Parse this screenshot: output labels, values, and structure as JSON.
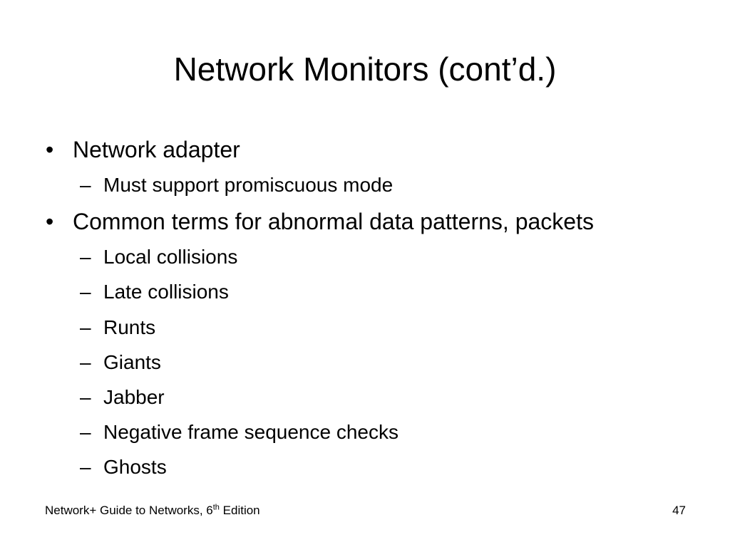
{
  "slide": {
    "title": "Network Monitors (cont’d.)",
    "bullet_marker": "•",
    "sub_marker": "–",
    "items": [
      {
        "text": "Network adapter",
        "subitems": [
          "Must support promiscuous mode"
        ]
      },
      {
        "text": "Common terms for abnormal data patterns, packets",
        "subitems": [
          "Local collisions",
          "Late collisions",
          "Runts",
          "Giants",
          "Jabber",
          "Negative frame sequence checks",
          "Ghosts"
        ]
      }
    ],
    "footer": {
      "book_prefix": "Network+ Guide to Networks, 6",
      "book_superscript": "th",
      "book_suffix": " Edition",
      "page_number": "47"
    }
  }
}
